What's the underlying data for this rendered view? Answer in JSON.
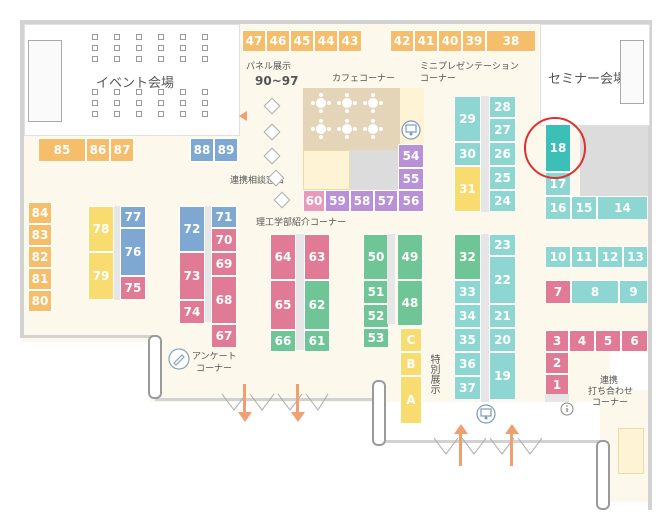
{
  "colors": {
    "orange": "#f6be6a",
    "teal": "#8ed6d2",
    "blue": "#7ea8d1",
    "pink": "#e07a95",
    "yellow": "#f8dc70",
    "green": "#6fc596",
    "purple": "#b891d6",
    "lightpink": "#e99ab8",
    "selected": "#3bbfb6",
    "highlight_ring": "#e03030",
    "arrow": "#f0a070"
  },
  "labels": {
    "event_hall": "イベント会場",
    "seminar_hall": "セミナー会場",
    "panel_line1": "パネル展示",
    "panel_line2": "90~97",
    "cafe_corner": "カフェコーナー",
    "mini_pres_line1": "ミニプレゼンテーション",
    "mini_pres_line2": "コーナー",
    "consult_window": "連携相談窓口",
    "science_corner": "理工学部紹介コーナー",
    "survey_line1": "アンケート",
    "survey_line2": "コーナー",
    "special_exhibit": "特別展示",
    "meet_line1": "連携",
    "meet_line2": "打ち合わせ",
    "meet_line3": "コーナー"
  },
  "booths": [
    {
      "id": "47",
      "color": "orange"
    },
    {
      "id": "46",
      "color": "orange"
    },
    {
      "id": "45",
      "color": "orange"
    },
    {
      "id": "44",
      "color": "orange"
    },
    {
      "id": "43",
      "color": "orange"
    },
    {
      "id": "42",
      "color": "orange"
    },
    {
      "id": "41",
      "color": "orange"
    },
    {
      "id": "40",
      "color": "orange"
    },
    {
      "id": "39",
      "color": "orange"
    },
    {
      "id": "38",
      "color": "orange"
    },
    {
      "id": "85",
      "color": "orange"
    },
    {
      "id": "86",
      "color": "orange"
    },
    {
      "id": "87",
      "color": "orange"
    },
    {
      "id": "88",
      "color": "blue"
    },
    {
      "id": "89",
      "color": "blue"
    },
    {
      "id": "84",
      "color": "orange"
    },
    {
      "id": "83",
      "color": "orange"
    },
    {
      "id": "82",
      "color": "orange"
    },
    {
      "id": "81",
      "color": "orange"
    },
    {
      "id": "80",
      "color": "orange"
    },
    {
      "id": "78",
      "color": "yellow"
    },
    {
      "id": "79",
      "color": "yellow"
    },
    {
      "id": "77",
      "color": "blue"
    },
    {
      "id": "76",
      "color": "blue"
    },
    {
      "id": "75",
      "color": "pink"
    },
    {
      "id": "72",
      "color": "blue"
    },
    {
      "id": "73",
      "color": "pink"
    },
    {
      "id": "74",
      "color": "pink"
    },
    {
      "id": "71",
      "color": "blue"
    },
    {
      "id": "70",
      "color": "pink"
    },
    {
      "id": "69",
      "color": "pink"
    },
    {
      "id": "68",
      "color": "pink"
    },
    {
      "id": "67",
      "color": "pink"
    },
    {
      "id": "64",
      "color": "pink"
    },
    {
      "id": "65",
      "color": "pink"
    },
    {
      "id": "66",
      "color": "green"
    },
    {
      "id": "63",
      "color": "pink"
    },
    {
      "id": "62",
      "color": "green"
    },
    {
      "id": "61",
      "color": "green"
    },
    {
      "id": "60",
      "color": "lightpink"
    },
    {
      "id": "59",
      "color": "purple"
    },
    {
      "id": "58",
      "color": "purple"
    },
    {
      "id": "57",
      "color": "purple"
    },
    {
      "id": "56",
      "color": "purple"
    },
    {
      "id": "54",
      "color": "purple"
    },
    {
      "id": "55",
      "color": "purple"
    },
    {
      "id": "50",
      "color": "green"
    },
    {
      "id": "51",
      "color": "green"
    },
    {
      "id": "52",
      "color": "green"
    },
    {
      "id": "53",
      "color": "green"
    },
    {
      "id": "49",
      "color": "green"
    },
    {
      "id": "48",
      "color": "green"
    },
    {
      "id": "C",
      "color": "yellow"
    },
    {
      "id": "B",
      "color": "yellow"
    },
    {
      "id": "A",
      "color": "yellow"
    },
    {
      "id": "29",
      "color": "teal"
    },
    {
      "id": "30",
      "color": "teal"
    },
    {
      "id": "31",
      "color": "yellow"
    },
    {
      "id": "28",
      "color": "teal"
    },
    {
      "id": "27",
      "color": "teal"
    },
    {
      "id": "26",
      "color": "teal"
    },
    {
      "id": "25",
      "color": "teal"
    },
    {
      "id": "24",
      "color": "teal"
    },
    {
      "id": "32",
      "color": "green"
    },
    {
      "id": "33",
      "color": "teal"
    },
    {
      "id": "34",
      "color": "teal"
    },
    {
      "id": "35",
      "color": "teal"
    },
    {
      "id": "36",
      "color": "teal"
    },
    {
      "id": "37",
      "color": "teal"
    },
    {
      "id": "23",
      "color": "teal"
    },
    {
      "id": "22",
      "color": "teal"
    },
    {
      "id": "21",
      "color": "teal"
    },
    {
      "id": "20",
      "color": "teal"
    },
    {
      "id": "19",
      "color": "teal"
    },
    {
      "id": "18",
      "color": "selected"
    },
    {
      "id": "17",
      "color": "teal"
    },
    {
      "id": "16",
      "color": "teal"
    },
    {
      "id": "15",
      "color": "teal"
    },
    {
      "id": "14",
      "color": "teal"
    },
    {
      "id": "10",
      "color": "teal"
    },
    {
      "id": "11",
      "color": "teal"
    },
    {
      "id": "12",
      "color": "teal"
    },
    {
      "id": "13",
      "color": "teal"
    },
    {
      "id": "7",
      "color": "pink"
    },
    {
      "id": "8",
      "color": "teal"
    },
    {
      "id": "9",
      "color": "teal"
    },
    {
      "id": "3",
      "color": "pink"
    },
    {
      "id": "4",
      "color": "pink"
    },
    {
      "id": "5",
      "color": "pink"
    },
    {
      "id": "6",
      "color": "pink"
    },
    {
      "id": "2",
      "color": "pink"
    },
    {
      "id": "1",
      "color": "pink"
    }
  ]
}
